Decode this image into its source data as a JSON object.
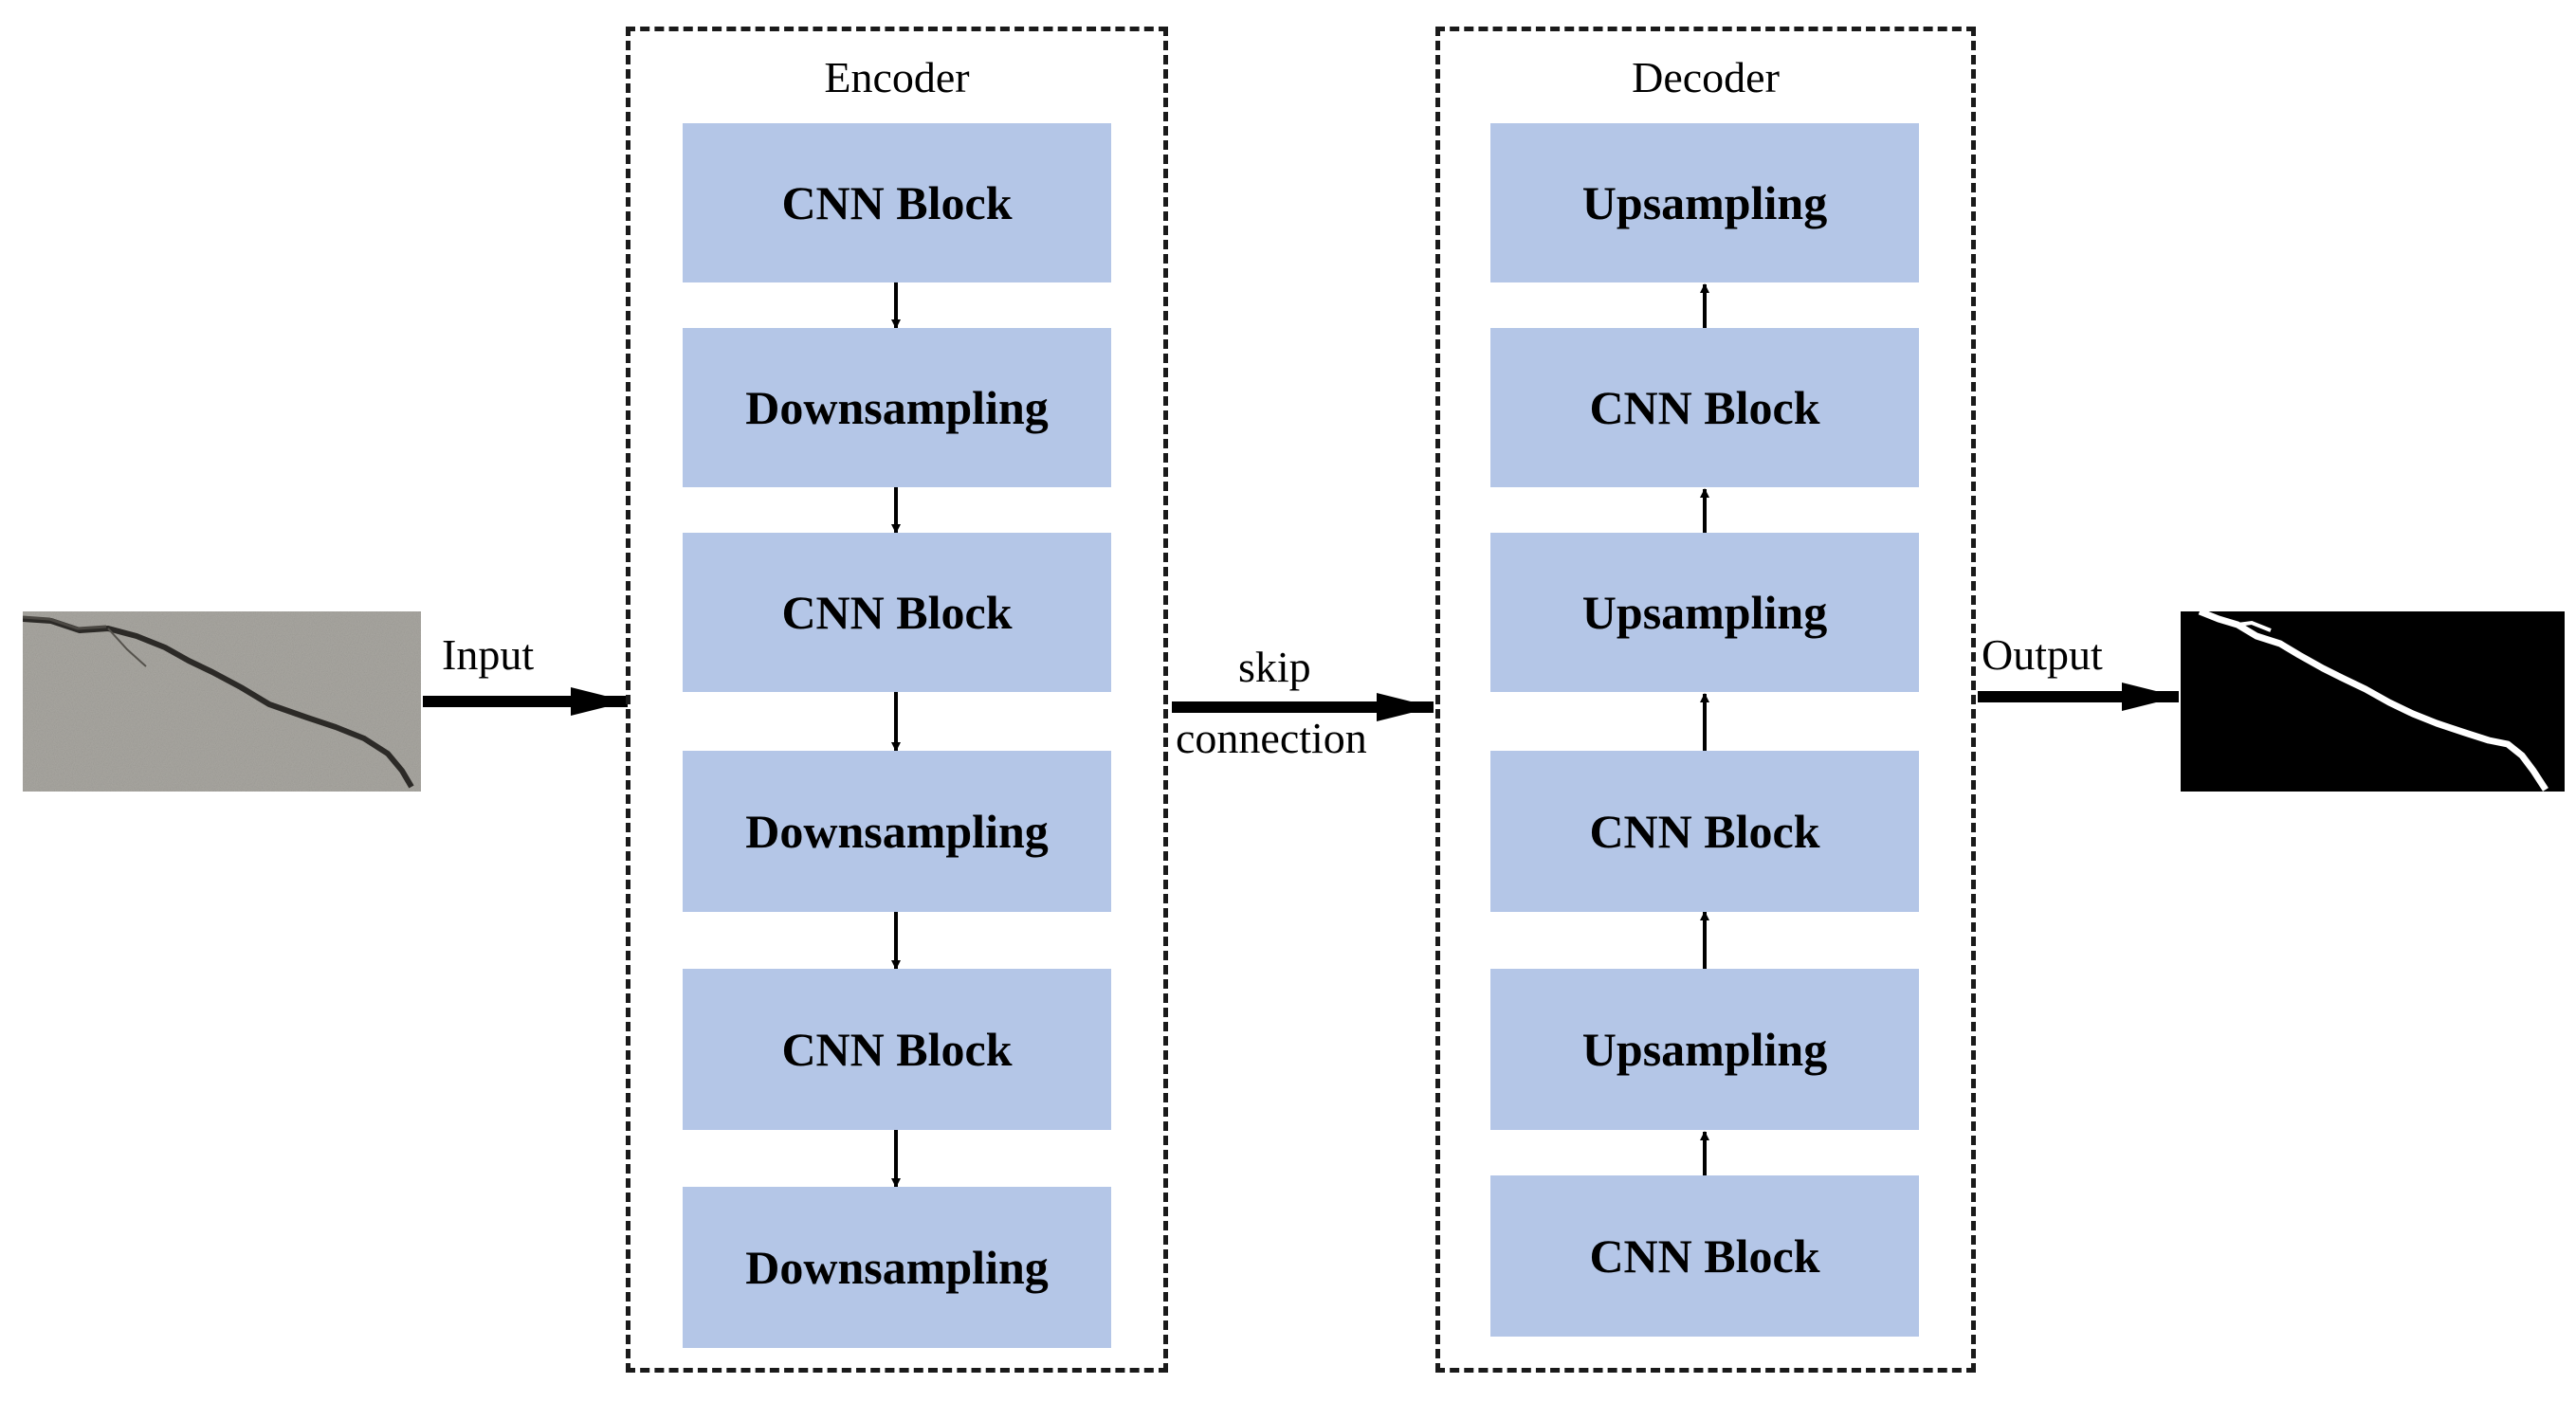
{
  "input_label": "Input",
  "output_label": "Output",
  "skip_label_line1": "skip",
  "skip_label_line2": "connection",
  "encoder": {
    "title": "Encoder",
    "blocks": [
      "CNN Block",
      "Downsampling",
      "CNN Block",
      "Downsampling",
      "CNN Block",
      "Downsampling"
    ]
  },
  "decoder": {
    "title": "Decoder",
    "blocks": [
      "Upsampling",
      "CNN Block",
      "Upsampling",
      "CNN Block",
      "Upsampling",
      "CNN Block"
    ]
  },
  "colors": {
    "block_fill": "#b4c6e7",
    "concrete": "#a9a7a1",
    "mask_background": "#000000",
    "mask_crack": "#ffffff"
  }
}
